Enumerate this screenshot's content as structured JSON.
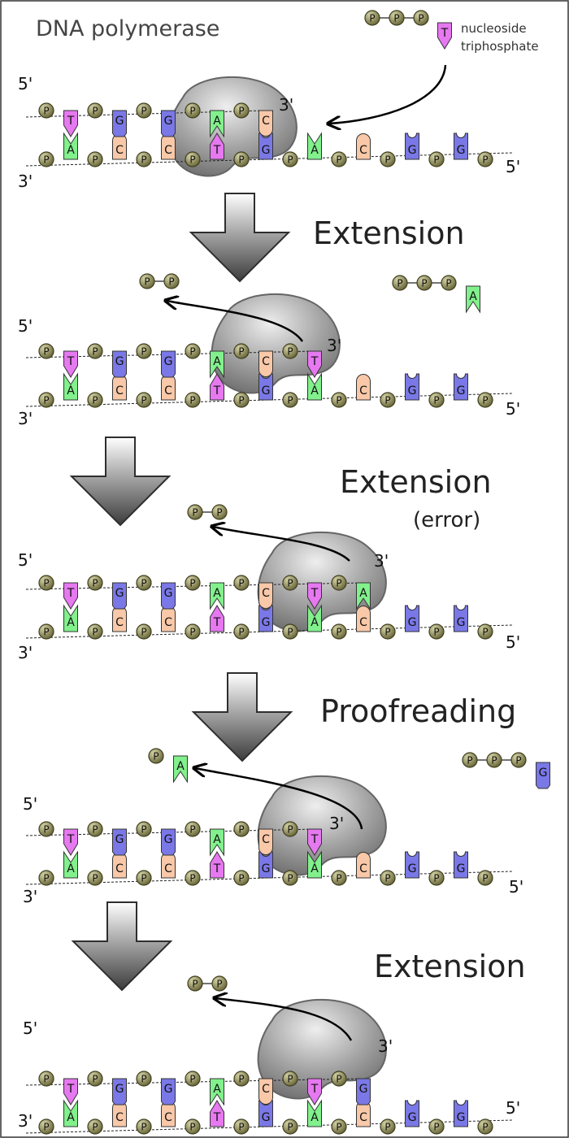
{
  "title": "DNA polymerase",
  "incoming_nucleotide_label": [
    "nucleoside",
    "triphosphate"
  ],
  "end_labels": {
    "five_prime": "5'",
    "three_prime": "3'"
  },
  "phosphate_label": "P",
  "colors": {
    "T": "#e678f0",
    "A": "#82f08c",
    "G": "#7a78e6",
    "C": "#f8c8a8",
    "phosphate": "#7c7a4c",
    "enzyme": "#8a8a8a",
    "arrow": "#555555",
    "frame": "#333333"
  },
  "panels": [
    {
      "top_strand": [
        "T",
        "G",
        "G",
        "A",
        "C"
      ],
      "bottom_strand": [
        "A",
        "C",
        "C",
        "T",
        "G",
        "A",
        "C",
        "G",
        "G"
      ],
      "free_molecules": [
        {
          "kind": "triphosphate",
          "base": "T",
          "label_ref": "incoming_nucleotide_label"
        }
      ]
    },
    {
      "step_label": "Extension",
      "top_strand": [
        "T",
        "G",
        "G",
        "A",
        "C",
        "T"
      ],
      "bottom_strand": [
        "A",
        "C",
        "C",
        "T",
        "G",
        "A",
        "C",
        "G",
        "G"
      ],
      "free_molecules": [
        {
          "kind": "pyrophosphate"
        },
        {
          "kind": "triphosphate",
          "base": "A"
        }
      ]
    },
    {
      "step_label": "Extension",
      "step_sublabel": "(error)",
      "top_strand": [
        "T",
        "G",
        "G",
        "A",
        "C",
        "T",
        "A"
      ],
      "bottom_strand": [
        "A",
        "C",
        "C",
        "T",
        "G",
        "A",
        "C",
        "G",
        "G"
      ],
      "free_molecules": [
        {
          "kind": "pyrophosphate"
        }
      ]
    },
    {
      "step_label": "Proofreading",
      "top_strand": [
        "T",
        "G",
        "G",
        "A",
        "C",
        "T"
      ],
      "bottom_strand": [
        "A",
        "C",
        "C",
        "T",
        "G",
        "A",
        "C",
        "G",
        "G"
      ],
      "free_molecules": [
        {
          "kind": "monophosphate",
          "base": "A"
        },
        {
          "kind": "triphosphate",
          "base": "G"
        }
      ]
    },
    {
      "step_label": "Extension",
      "top_strand": [
        "T",
        "G",
        "G",
        "A",
        "C",
        "T",
        "G"
      ],
      "bottom_strand": [
        "A",
        "C",
        "C",
        "T",
        "G",
        "A",
        "C",
        "G",
        "G"
      ],
      "free_molecules": [
        {
          "kind": "pyrophosphate"
        }
      ]
    }
  ]
}
